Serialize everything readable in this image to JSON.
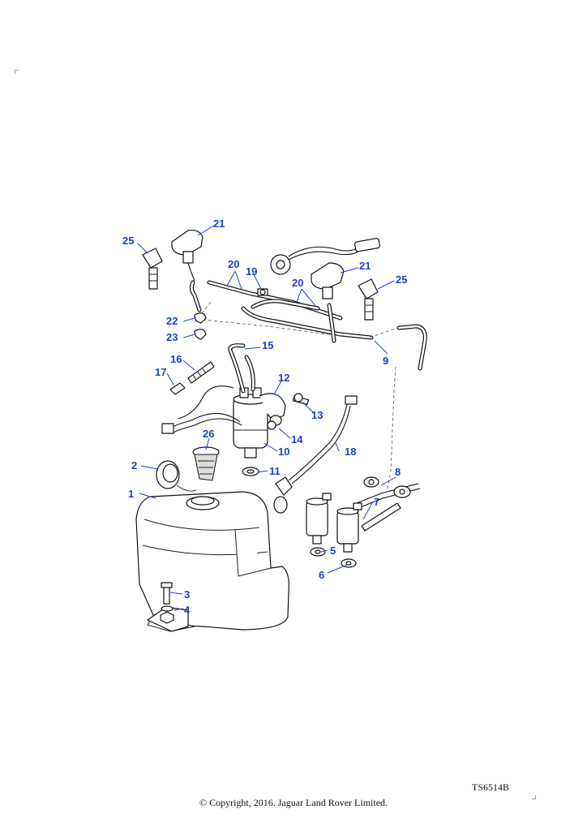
{
  "diagram": {
    "reference_code": "TS6514B",
    "copyright": "© Copyright, 2016. Jaguar Land Rover Limited.",
    "callouts": [
      "1",
      "2",
      "3",
      "4",
      "5",
      "6",
      "7",
      "8",
      "9",
      "10",
      "11",
      "12",
      "13",
      "14",
      "15",
      "16",
      "17",
      "18",
      "19",
      "20",
      "20",
      "21",
      "21",
      "22",
      "23",
      "25",
      "25",
      "26"
    ]
  }
}
